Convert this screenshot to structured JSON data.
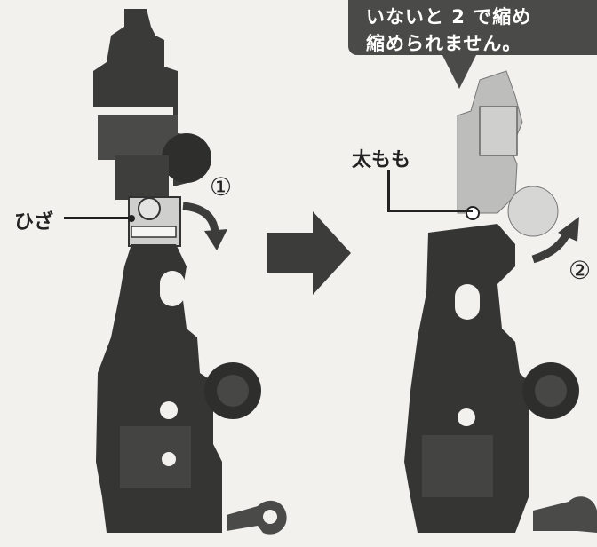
{
  "callout": {
    "line1": "いないと 2 で縮め",
    "line2": "縮められません。"
  },
  "labels": {
    "knee": "ひざ",
    "thigh": "太もも"
  },
  "steps": {
    "step1": "①",
    "step2": "②"
  },
  "colors": {
    "part_dark": "#3a3a38",
    "part_mid": "#555553",
    "part_light": "#bdbdbb",
    "arrow": "#3c3c3a",
    "callout_bg": "#4a4a48"
  },
  "icons": {
    "transition_arrow": "right-arrow-icon",
    "rotate_arrow_1": "rotate-down-arrow-icon",
    "rotate_arrow_2": "rotate-up-arrow-icon"
  }
}
